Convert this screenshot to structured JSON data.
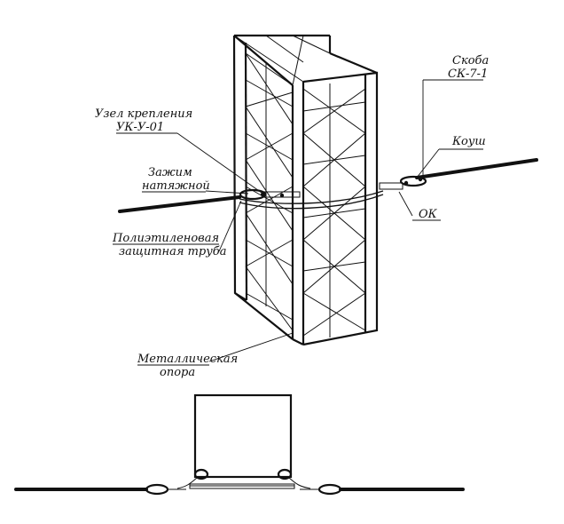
{
  "labels": {
    "mount_node": [
      "Узел крепления",
      "УК-У-01"
    ],
    "tension_clamp": [
      "Зажим",
      "натяжной"
    ],
    "pe_pipe": [
      "Полиэтиленовая",
      "защитная труба"
    ],
    "metal_support": [
      "Металлическая",
      "опора"
    ],
    "bracket": [
      "Скоба",
      "СК-7-1"
    ],
    "thimble": [
      "Коуш"
    ],
    "optical_cable": [
      "ОК"
    ]
  },
  "colors": {
    "ink": "#111111",
    "paper": "#ffffff"
  }
}
